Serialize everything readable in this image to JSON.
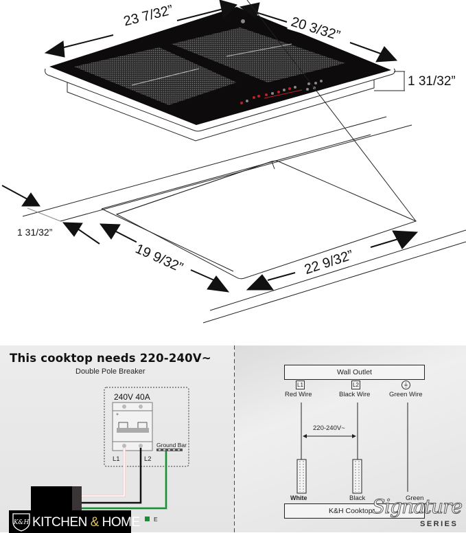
{
  "top_diagram": {
    "cooktop": {
      "width_label": "23 7/32”",
      "depth_label": "20 3/32”",
      "height_label": "1 31/32”",
      "colors": {
        "glass": "#0d0b0b",
        "zone": "#3a3a3a",
        "control_red": "#c0202a"
      }
    },
    "cutout": {
      "thickness_label": "1 31/32”",
      "depth_label": "19 9/32”",
      "width_label": "22 9/32”"
    }
  },
  "left_panel": {
    "headline": "This cooktop needs 220-240V~",
    "subheading": "Double Pole Breaker",
    "breaker": {
      "rating": "240V 40A",
      "terminal_l1": "L1",
      "terminal_l2": "L2",
      "ground_bar": "Ground Bar"
    },
    "legend_ground": "E",
    "wire_colors": {
      "l1": "#f7e1e1",
      "l2": "#111111",
      "ground": "#1f8a3a"
    },
    "logo": {
      "emblem": "K&H",
      "brand_part1": "KITCHEN ",
      "brand_amp": "&",
      "brand_part2": " HOME",
      "amp_color": "#e7c24a"
    }
  },
  "right_panel": {
    "wall_outlet": "Wall Outlet",
    "terminals": [
      "L1",
      "L2",
      "⏚"
    ],
    "wire_labels_top": [
      "Red Wire",
      "Black Wire",
      "Green Wire"
    ],
    "voltage_label": "220-240V~",
    "wire_labels_bottom": [
      "White",
      "Black",
      "Green"
    ],
    "cooktop_box": "K&H Cooktop",
    "signature": "Signature",
    "series": "SERIES"
  }
}
